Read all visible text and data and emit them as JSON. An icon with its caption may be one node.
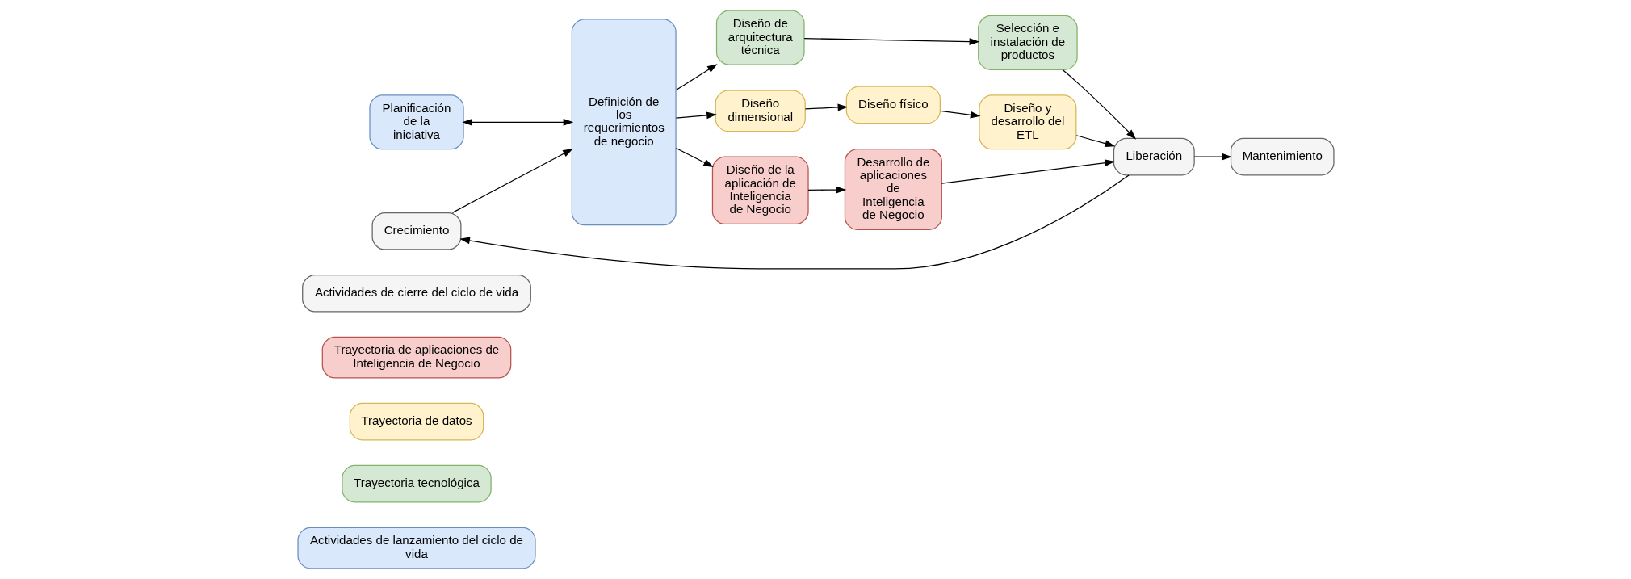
{
  "diagram": {
    "nodes": [
      {
        "text": [
          "Actividades de lanzamiento del ciclo de vida"
        ]
      },
      {
        "text": [
          "Trayectoria tecnológica"
        ]
      },
      {
        "text": [
          "Trayectoria de datos"
        ]
      },
      {
        "text": [
          "Trayectoria de aplicaciones de Inteligencia de Negocio"
        ]
      },
      {
        "text": [
          "Actividades de cierre del ciclo de vida"
        ]
      },
      {
        "text": [
          "Crecimiento"
        ]
      },
      {
        "text": [
          "Planificación de la iniciativa"
        ]
      },
      {
        "text": [
          "Definición de los requerimientos de negocio"
        ]
      },
      {
        "text": [
          "Diseño de arquitectura técnica"
        ]
      },
      {
        "text": [
          "Selección e instalación de productos"
        ]
      },
      {
        "text": [
          "Diseño dimensional"
        ]
      },
      {
        "text": [
          "Diseño físico"
        ]
      },
      {
        "text": [
          "Diseño y desarrollo del ETL"
        ]
      },
      {
        "text": [
          "Liberación"
        ]
      },
      {
        "text": [
          "Diseño de la aplicación de Inteligencia de Negocio"
        ]
      },
      {
        "text": [
          "Desarrollo de aplicaciones de Inteligencia de Negocio"
        ]
      },
      {
        "text": [
          "Mantenimiento"
        ]
      }
    ],
    "edges": [
      {
        "from": 6,
        "to": 7,
        "arrow": "both"
      },
      {
        "from": 7,
        "to": 8,
        "arrow": "to"
      },
      {
        "from": 8,
        "to": 9,
        "arrow": "to"
      },
      {
        "from": 9,
        "to": 13,
        "arrow": "to"
      },
      {
        "from": 7,
        "to": 10,
        "arrow": "to"
      },
      {
        "from": 10,
        "to": 11,
        "arrow": "to"
      },
      {
        "from": 11,
        "to": 12,
        "arrow": "to"
      },
      {
        "from": 12,
        "to": 13,
        "arrow": "to"
      },
      {
        "from": 7,
        "to": 14,
        "arrow": "to"
      },
      {
        "from": 14,
        "to": 15,
        "arrow": "to"
      },
      {
        "from": 15,
        "to": 13,
        "arrow": "to"
      },
      {
        "from": 13,
        "to": 5,
        "arrow": "to"
      },
      {
        "from": 13,
        "to": 16,
        "arrow": "to"
      },
      {
        "from": 5,
        "to": 7,
        "arrow": "to"
      }
    ]
  }
}
